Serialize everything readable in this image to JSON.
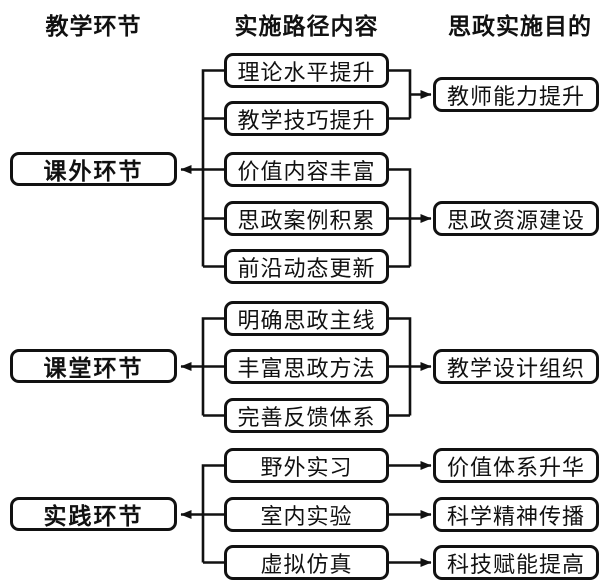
{
  "headers": {
    "teaching_stage": "教学环节",
    "implementation_path": "实施路径内容",
    "ideology_goal": "思政实施目的"
  },
  "groups": [
    {
      "stage": "课外环节",
      "paths": [
        "理论水平提升",
        "教学技巧提升",
        "价值内容丰富",
        "思政案例积累",
        "前沿动态更新"
      ],
      "goals": [
        "教师能力提升",
        "思政资源建设"
      ]
    },
    {
      "stage": "课堂环节",
      "paths": [
        "明确思政主线",
        "丰富思政方法",
        "完善反馈体系"
      ],
      "goals": [
        "教学设计组织"
      ]
    },
    {
      "stage": "实践环节",
      "paths": [
        "野外实习",
        "室内实验",
        "虚拟仿真"
      ],
      "goals": [
        "价值体系升华",
        "科学精神传播",
        "科技赋能提高"
      ]
    }
  ],
  "colors": {
    "line": "#111111",
    "background": "#ffffff"
  }
}
